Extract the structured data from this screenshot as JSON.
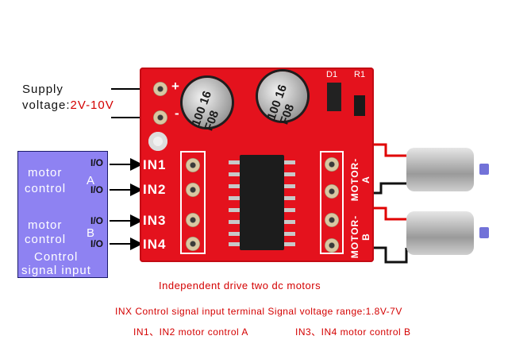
{
  "supply": {
    "line1": "Supply",
    "line2_prefix": "voltage:",
    "line2_value": "2V-10V"
  },
  "control_box": {
    "motor_a_1": "motor",
    "motor_a_2": "control",
    "motor_a_letter": "A",
    "motor_b_1": "motor",
    "motor_b_2": "control",
    "motor_b_letter": "B",
    "footer_1": "Control",
    "footer_2": "signal input"
  },
  "io_labels": [
    "I/O",
    "I/O",
    "I/O",
    "I/O"
  ],
  "pcb": {
    "plus": "+",
    "minus": "-",
    "inputs": [
      "IN1",
      "IN2",
      "IN3",
      "IN4"
    ],
    "cap1": "100 16 F08",
    "cap2": "100 16 F08",
    "motor_a": "MOTOR-A",
    "motor_b": "MOTOR-B",
    "d1": "D1",
    "r1": "R1"
  },
  "captions": {
    "title": "Independent drive two dc motors",
    "line2": "INX Control signal input terminal Signal voltage range:1.8V-7V",
    "line3a": "IN1、IN2 motor control A",
    "line3b": "IN3、IN4 motor control B"
  },
  "colors": {
    "pcb": "#e4121d",
    "control_box": "#8e82f2",
    "accent_text": "#d40000"
  }
}
